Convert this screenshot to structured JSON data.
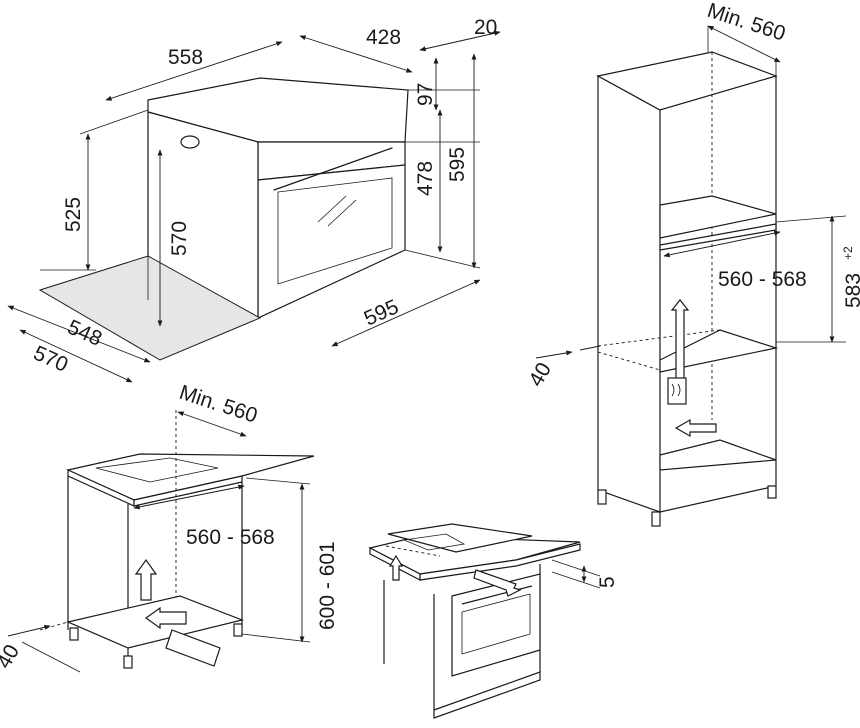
{
  "diagram": {
    "oven": {
      "top_depth": "558",
      "top_width": "428",
      "front_offset": "20",
      "panel_height": "97",
      "left_height": "525",
      "inner_height": "570",
      "door_height": "478",
      "front_height": "595",
      "front_width": "595",
      "bottom_depth_a": "548",
      "bottom_depth_b": "570"
    },
    "tall_unit": {
      "min_width": "Min. 560",
      "niche_width": "560 - 568",
      "niche_height": "583",
      "niche_height_tol": "+2",
      "vent_gap": "40"
    },
    "base_unit": {
      "min_width": "Min. 560",
      "niche_width": "560 - 568",
      "niche_height": "600 - 601",
      "vent_gap": "40"
    },
    "hob_unit": {
      "gap": "5"
    },
    "colors": {
      "line": "#1a1a1a",
      "background": "#ffffff"
    }
  }
}
